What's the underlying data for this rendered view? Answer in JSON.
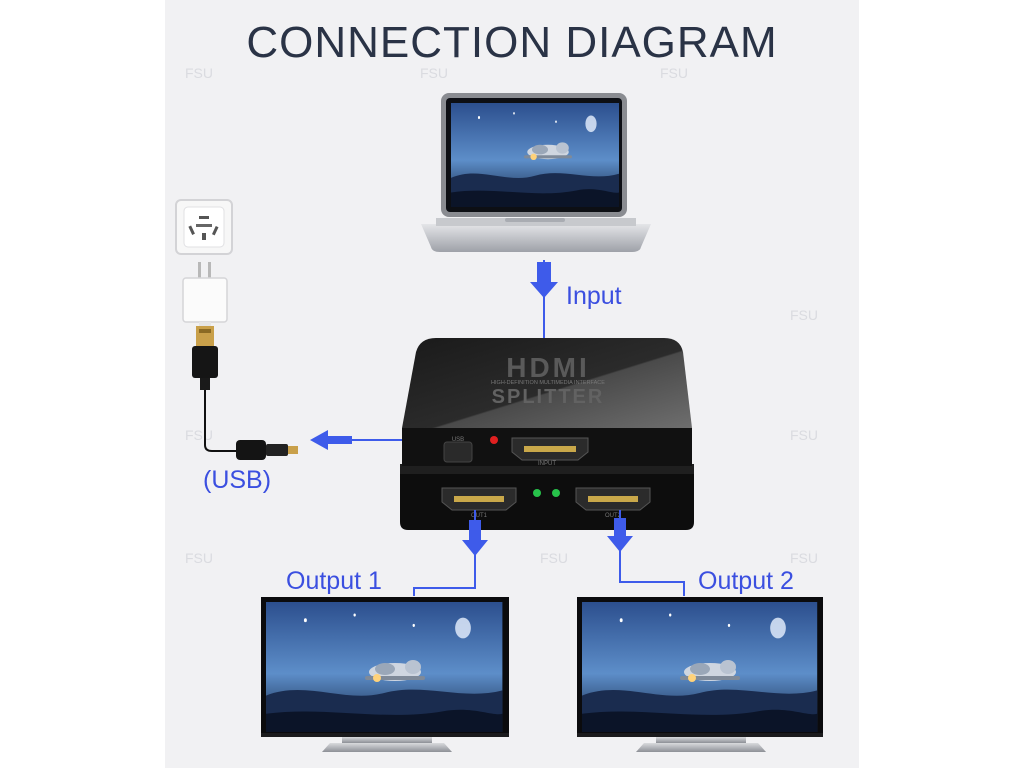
{
  "diagram": {
    "title": "CONNECTION DIAGRAM",
    "labels": {
      "input": "Input",
      "usb": "(USB)",
      "output1": "Output 1",
      "output2": "Output 2"
    },
    "device": {
      "logo": "HDMI",
      "subtitle": "HIGH-DEFINITION MULTIMEDIA INTERFACE",
      "name": "SPLITTER",
      "port_usb": "USB",
      "port_in": "INPUT",
      "port_out1": "OUT1",
      "port_out2": "OUT2"
    },
    "watermark": "FSU",
    "colors": {
      "arrow": "#3e5bea",
      "background": "#f1f1f3",
      "title": "#2a3346",
      "device": "#111111",
      "led_red": "#e02020",
      "led_green": "#27c24a"
    },
    "icons": [
      "laptop-icon",
      "wall-socket-icon",
      "usb-power-adapter-icon",
      "usb-cable-icon",
      "hdmi-splitter-icon",
      "monitor-icon"
    ]
  }
}
